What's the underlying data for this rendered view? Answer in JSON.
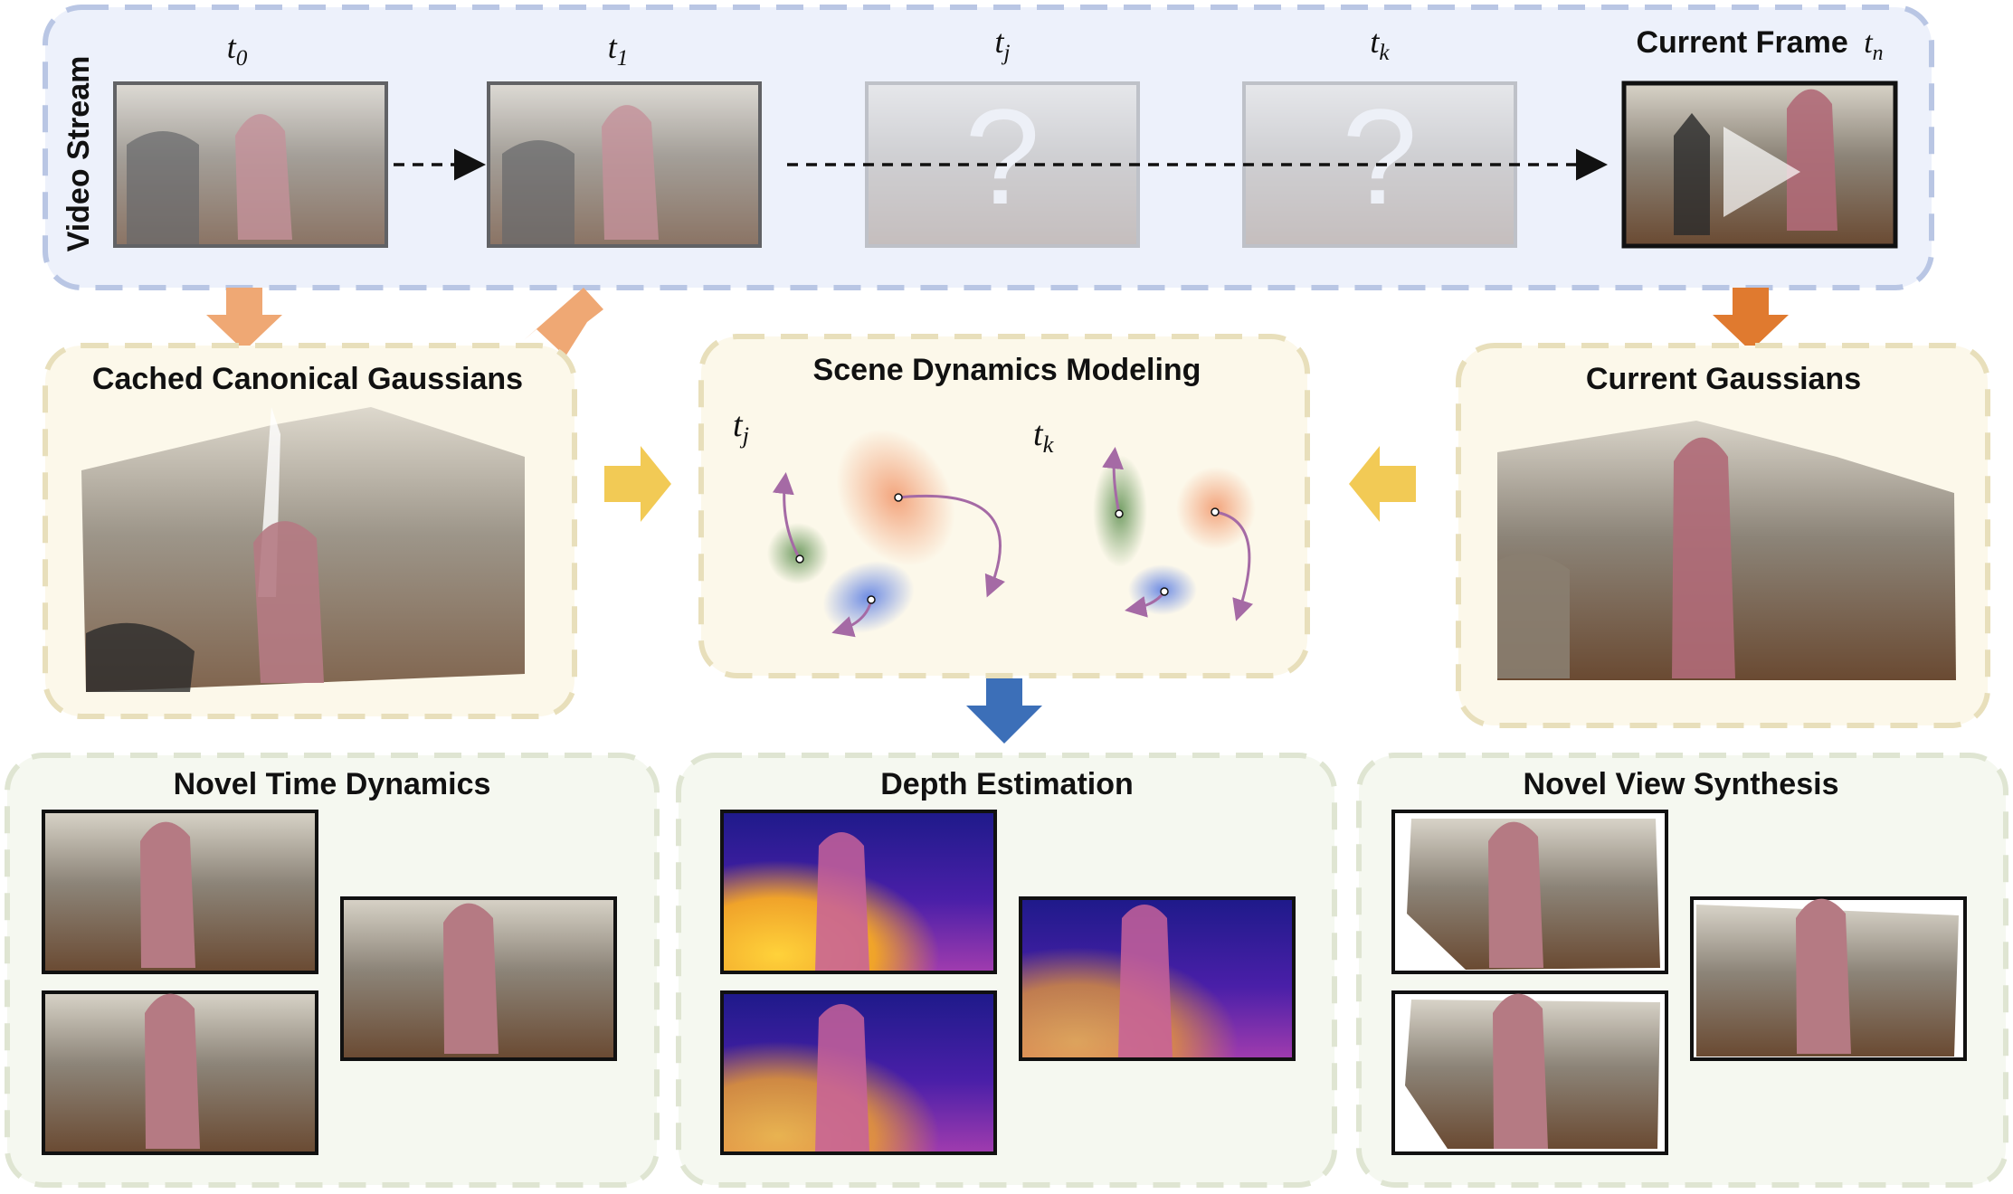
{
  "video_stream": {
    "label": "Video Stream",
    "frames": [
      {
        "time": "t",
        "sub": "0"
      },
      {
        "time": "t",
        "sub": "1"
      },
      {
        "time": "t",
        "sub": "j"
      },
      {
        "time": "t",
        "sub": "k"
      },
      {
        "time": "t",
        "sub": "n",
        "prefix": "Current Frame"
      }
    ]
  },
  "cached": {
    "title": "Cached Canonical Gaussians"
  },
  "dynamics": {
    "title": "Scene Dynamics Modeling",
    "time_j": "t",
    "sub_j": "j",
    "time_k": "t",
    "sub_k": "k"
  },
  "current": {
    "title": "Current Gaussians"
  },
  "outputs": {
    "novel_time": "Novel Time Dynamics",
    "depth": "Depth Estimation",
    "novel_view": "Novel View Synthesis"
  },
  "colors": {
    "stream_bg": "#edf1fb",
    "stream_border": "#b9c6e4",
    "middle_bg": "#fcf8ea",
    "middle_border": "#e8dfbb",
    "bottom_bg": "#f5f8f0",
    "bottom_border": "#dfe5d2",
    "arrow_light_orange": "#efa874",
    "arrow_dark_orange": "#e07a2f",
    "arrow_yellow": "#f2ca55",
    "arrow_blue": "#3c6fb8",
    "trajectory": "#a56aa5",
    "blob_green": "#5d8f4f",
    "blob_orange": "#f08a5a",
    "blob_blue": "#4d73e2"
  }
}
